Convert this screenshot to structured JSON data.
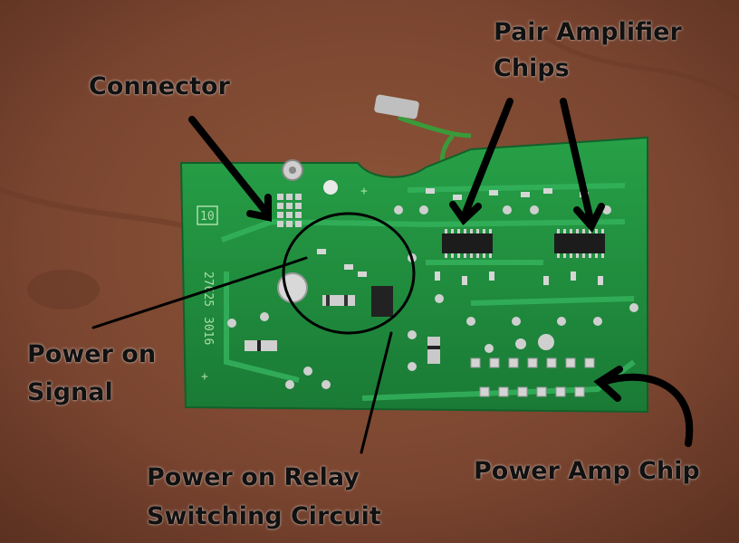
{
  "labels": {
    "connector": "Connector",
    "pair_amplifier_line1": "Pair Amplifier",
    "pair_amplifier_line2": "Chips",
    "power_on_signal_line1": "Power on",
    "power_on_signal_line2": "Signal",
    "relay_line1": "Power on Relay",
    "relay_line2": "Switching Circuit",
    "power_amp_chip": "Power Amp Chip"
  },
  "silkscreen": {
    "code1": "10",
    "code2": "27625",
    "code3": "3016"
  },
  "colors": {
    "table": "#7a4630",
    "board": "#1f8a3c",
    "trace": "#2aa552",
    "pad": "#c9c9c9",
    "annotation": "#000000"
  }
}
